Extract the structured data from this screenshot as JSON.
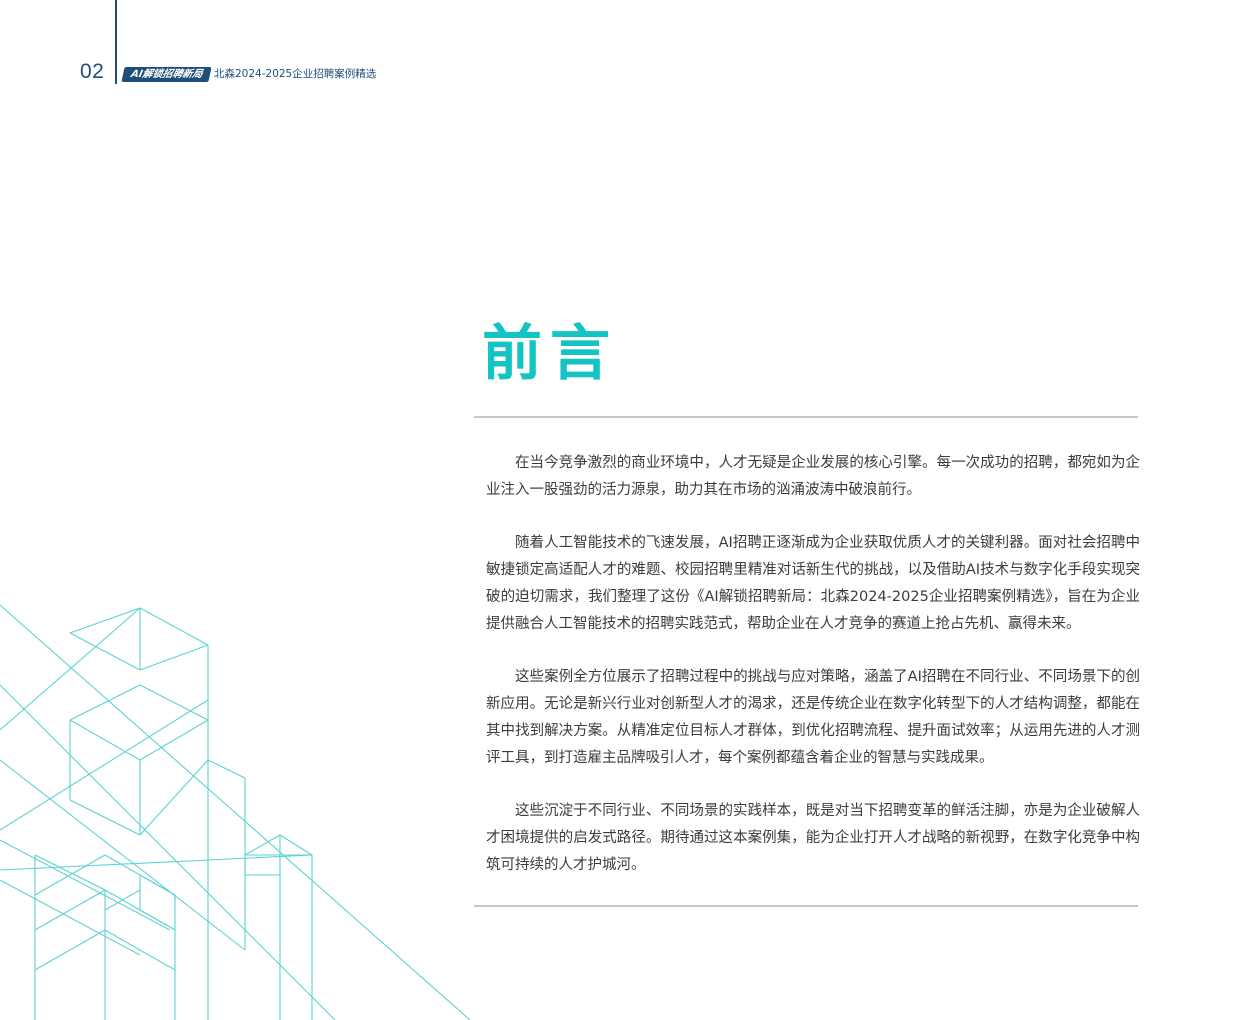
{
  "header": {
    "page_number": "02",
    "brand_badge": "AI解锁招聘新局",
    "subtitle": "北森2024-2025企业招聘案例精选"
  },
  "title": "前言",
  "paragraphs": [
    "在当今竞争激烈的商业环境中，人才无疑是企业发展的核心引擎。每一次成功的招聘，都宛如为企业注入一股强劲的活力源泉，助力其在市场的汹涌波涛中破浪前行。",
    "随着人工智能技术的飞速发展，AI招聘正逐渐成为企业获取优质人才的关键利器。面对社会招聘中敏捷锁定高适配人才的难题、校园招聘里精准对话新生代的挑战，以及借助AI技术与数字化手段实现突破的迫切需求，我们整理了这份《AI解锁招聘新局：北森2024-2025企业招聘案例精选》，旨在为企业提供融合人工智能技术的招聘实践范式，帮助企业在人才竞争的赛道上抢占先机、赢得未来。",
    "这些案例全方位展示了招聘过程中的挑战与应对策略，涵盖了AI招聘在不同行业、不同场景下的创新应用。无论是新兴行业对创新型人才的渴求，还是传统企业在数字化转型下的人才结构调整，都能在其中找到解决方案。从精准定位目标人才群体，到优化招聘流程、提升面试效率；从运用先进的人才测评工具，到打造雇主品牌吸引人才，每个案例都蕴含着企业的智慧与实践成果。",
    "这些沉淀于不同行业、不同场景的实践样本，既是对当下招聘变革的鲜活注脚，亦是为企业破解人才困境提供的启发式路径。期待通过这本案例集，能为企业打开人才战略的新视野，在数字化竞争中构筑可持续的人才护城河。"
  ],
  "colors": {
    "accent": "#14c3c3",
    "brand": "#1f4e79",
    "rule": "#c8c8c8",
    "body_text": "#3c3c3c"
  }
}
